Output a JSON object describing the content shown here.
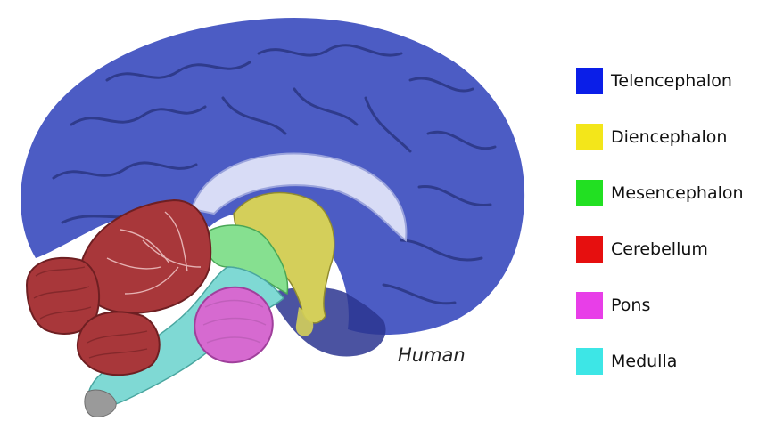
{
  "caption": "Human",
  "legend": [
    {
      "label": "Telencephalon",
      "color": "#0a1ee8"
    },
    {
      "label": "Diencephalon",
      "color": "#f3e61a"
    },
    {
      "label": "Mesencephalon",
      "color": "#22e022"
    },
    {
      "label": "Cerebellum",
      "color": "#e60f0f"
    },
    {
      "label": "Pons",
      "color": "#e83ee8"
    },
    {
      "label": "Medulla",
      "color": "#3de6e6"
    }
  ],
  "regions": {
    "telencephalon": {
      "color": "#4c5cc4"
    },
    "diencephalon": {
      "color": "#d4cf5a"
    },
    "mesencephalon": {
      "color": "#86e090"
    },
    "cerebellum": {
      "color": "#a8373a"
    },
    "pons": {
      "color": "#d66ad0"
    },
    "medulla": {
      "color": "#7fd9d4"
    }
  }
}
